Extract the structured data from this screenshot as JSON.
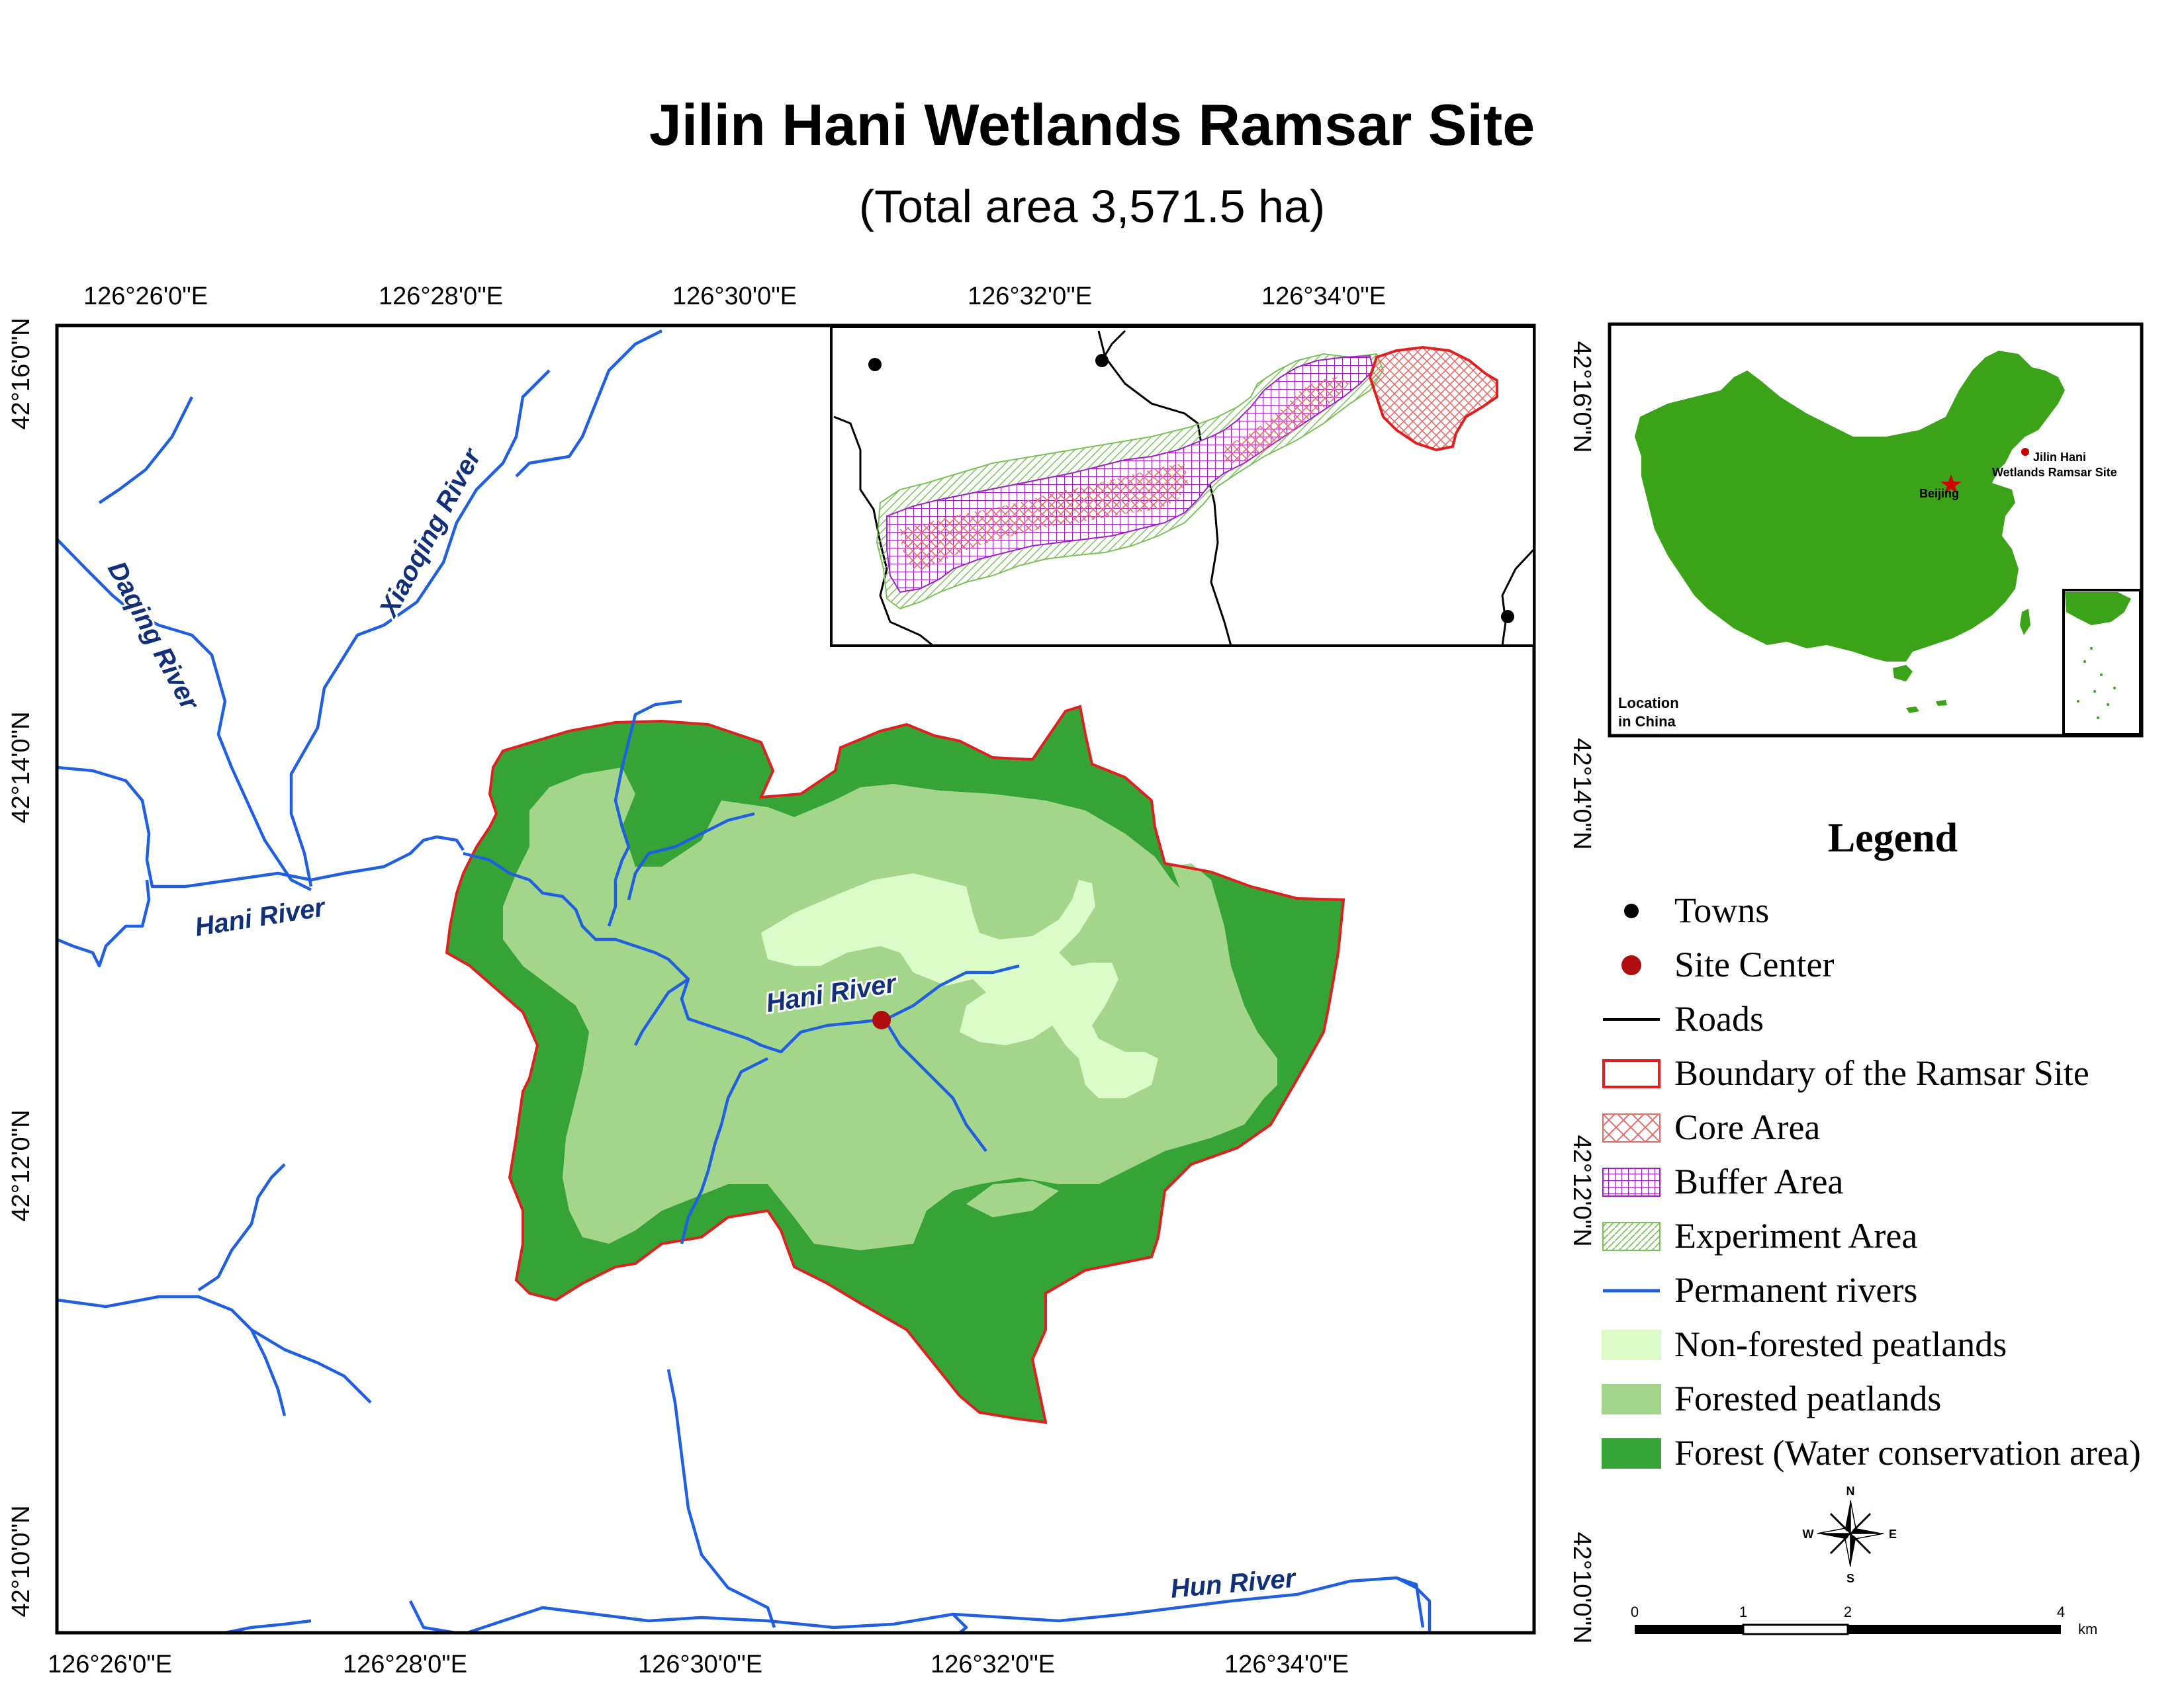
{
  "title": "Jilin Hani Wetlands Ramsar Site",
  "subtitle": "(Total area 3,571.5 ha)",
  "colors": {
    "forest": "#36a336",
    "forested_peatland": "#a3d68b",
    "nonforested_peatland": "#dbfcc9",
    "river": "#1f5fe0",
    "boundary": "#e02020",
    "buffer": "#a020c8",
    "core": "#e86a6a",
    "experiment": "#7cc05a",
    "site_center": "#b00e0e",
    "china": "#3aa318"
  },
  "axes": {
    "top_lon": [
      "126°26'0\"E",
      "126°28'0\"E",
      "126°30'0\"E",
      "126°32'0\"E",
      "126°34'0\"E"
    ],
    "bottom_lon": [
      "126°26'0\"E",
      "126°28'0\"E",
      "126°30'0\"E",
      "126°32'0\"E",
      "126°34'0\"E"
    ],
    "left_lat": [
      "42°16'0\"N",
      "42°14'0\"N",
      "42°12'0\"N",
      "42°10'0\"N"
    ],
    "right_lat": [
      "42°16'0\"N",
      "42°14'0\"N",
      "42°12'0\"N",
      "42°10'0\"N"
    ]
  },
  "rivers": {
    "daqing": "Daqing River",
    "xiaoqing": "Xiaoqing River",
    "hani_outer": "Hani River",
    "hani_inner": "Hani River",
    "hun": "Hun River"
  },
  "locator": {
    "site_label": "Jilin Hani\nWetlands Ramsar Site",
    "site_label_line1": "Jilin Hani",
    "site_label_line2": "Wetlands Ramsar Site",
    "capital": "Beijing",
    "caption_line1": "Location",
    "caption_line2": "in China"
  },
  "legend": {
    "title": "Legend",
    "items": [
      {
        "key": "towns",
        "label": "Towns"
      },
      {
        "key": "site-center",
        "label": "Site Center"
      },
      {
        "key": "roads",
        "label": "Roads"
      },
      {
        "key": "boundary",
        "label": "Boundary of the Ramsar Site"
      },
      {
        "key": "core",
        "label": "Core Area"
      },
      {
        "key": "buffer",
        "label": "Buffer Area"
      },
      {
        "key": "experiment",
        "label": "Experiment Area"
      },
      {
        "key": "rivers",
        "label": "Permanent rivers"
      },
      {
        "key": "nonforested",
        "label": "Non-forested peatlands"
      },
      {
        "key": "forested",
        "label": "Forested peatlands"
      },
      {
        "key": "forest",
        "label": "Forest (Water conservation area)"
      }
    ]
  },
  "compass": {
    "n": "N",
    "s": "S",
    "e": "E",
    "w": "W"
  },
  "scale_bar": {
    "ticks": [
      "0",
      "1",
      "2",
      "4"
    ],
    "unit": "km"
  }
}
